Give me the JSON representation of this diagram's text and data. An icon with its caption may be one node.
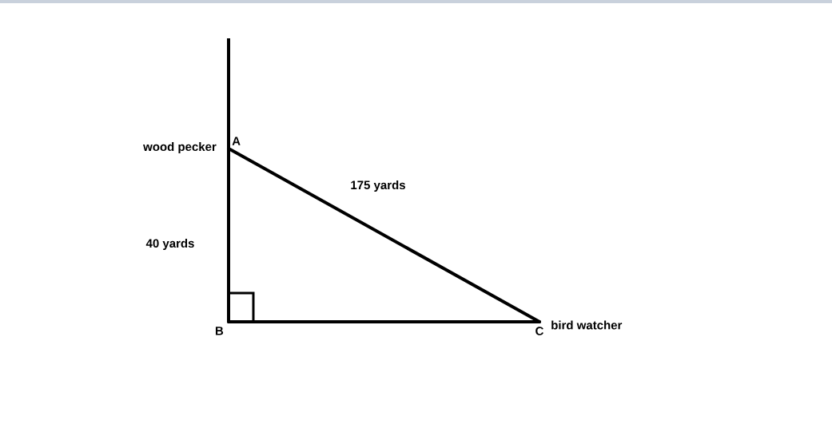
{
  "diagram": {
    "nodes": [
      {
        "text": [
          "A"
        ],
        "beside": [
          "wood pecker"
        ]
      },
      {
        "text": [
          "B"
        ]
      },
      {
        "text": [
          "C"
        ],
        "beside": [
          "bird watcher"
        ]
      }
    ],
    "edges": [
      {
        "from": 0,
        "to": 1,
        "arrow": "none",
        "label": "40 yards"
      },
      {
        "from": 1,
        "to": 2,
        "arrow": "none"
      },
      {
        "from": 0,
        "to": 2,
        "arrow": "none",
        "label": "175 yards"
      }
    ]
  }
}
